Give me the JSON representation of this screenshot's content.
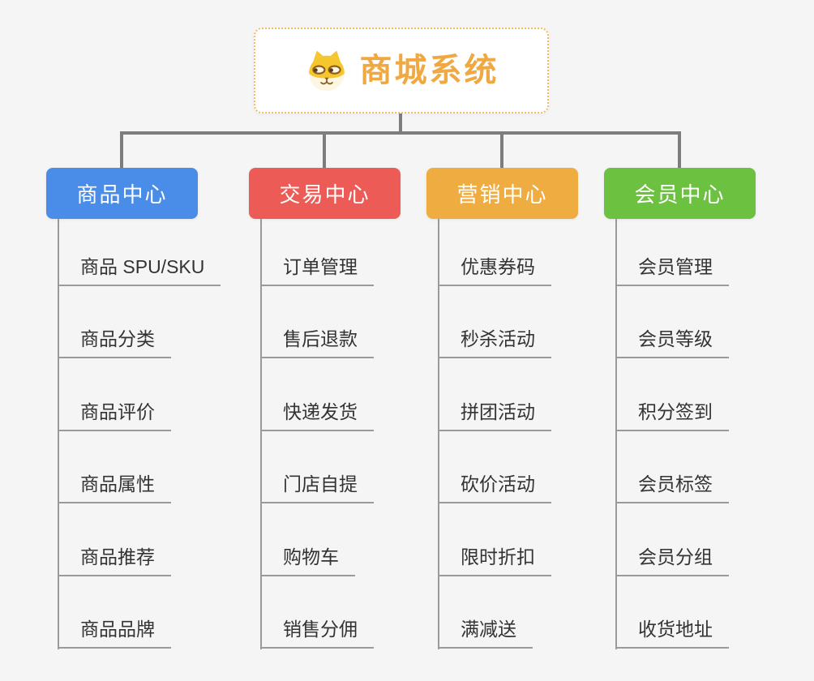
{
  "page": {
    "background_color": "#f5f5f6",
    "connector_color": "#7d7d7d",
    "spine_color": "#9a9a9a",
    "item_text_color": "#333333"
  },
  "root": {
    "title": "商城系统",
    "icon": "dog-face-icon",
    "text_color": "#f0a843",
    "border_color": "#f3bc63",
    "background": "#ffffff"
  },
  "branches": [
    {
      "label": "商品中心",
      "color": "#4a8de8",
      "children": [
        "商品 SPU/SKU",
        "商品分类",
        "商品评价",
        "商品属性",
        "商品推荐",
        "商品品牌"
      ]
    },
    {
      "label": "交易中心",
      "color": "#ec5b56",
      "children": [
        "订单管理",
        "售后退款",
        "快递发货",
        "门店自提",
        "购物车",
        "销售分佣"
      ]
    },
    {
      "label": "营销中心",
      "color": "#efac41",
      "children": [
        "优惠券码",
        "秒杀活动",
        "拼团活动",
        "砍价活动",
        "限时折扣",
        "满减送"
      ]
    },
    {
      "label": "会员中心",
      "color": "#6cc141",
      "children": [
        "会员管理",
        "会员等级",
        "积分签到",
        "会员标签",
        "会员分组",
        "收货地址"
      ]
    }
  ]
}
